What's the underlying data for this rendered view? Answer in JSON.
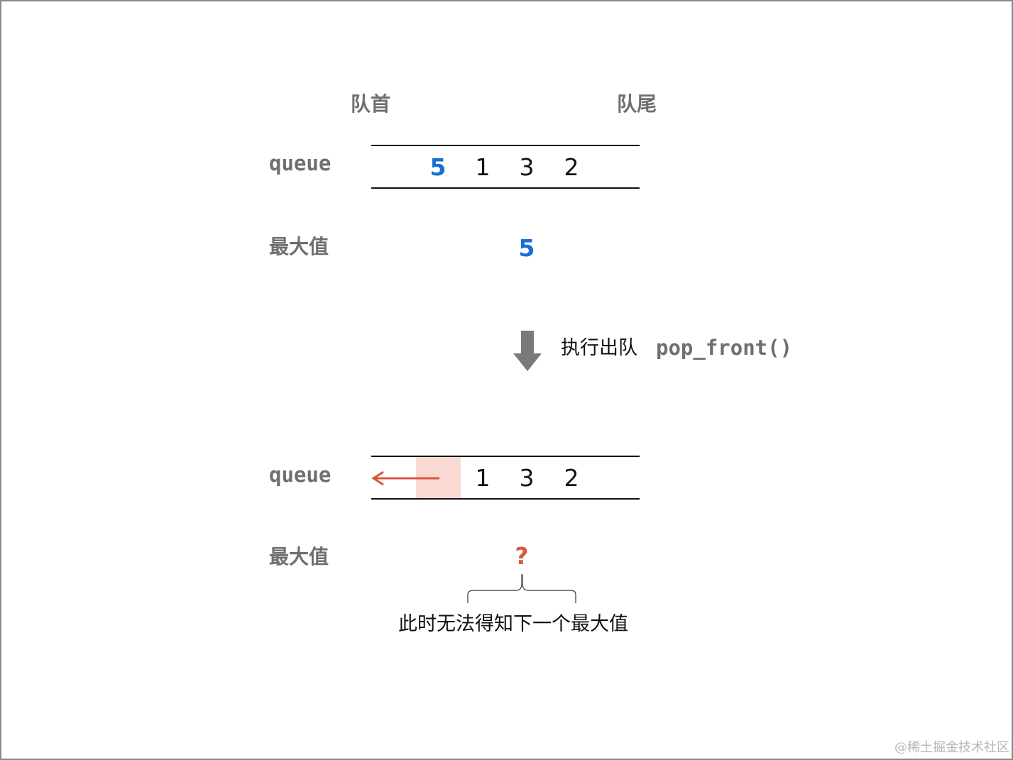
{
  "header": {
    "front_label": "队首",
    "rear_label": "队尾"
  },
  "before": {
    "queue_label": "queue",
    "values": [
      "5",
      "1",
      "3",
      "2"
    ],
    "max_label": "最大值",
    "max_value": "5"
  },
  "operation": {
    "caption": "执行出队",
    "code": "pop_front()"
  },
  "after": {
    "queue_label": "queue",
    "values": [
      "1",
      "3",
      "2"
    ],
    "max_label": "最大值",
    "max_value": "?",
    "note": "此时无法得知下一个最大值"
  },
  "watermark": "@稀土掘金技术社区",
  "colors": {
    "highlight_blue": "#1a6fd3",
    "accent_red": "#d9573d",
    "removed_cell_fill": "#fbd9d3",
    "label_gray": "#6f6f6f",
    "arrow_gray": "#7a7a7a"
  },
  "icons": {
    "transition": "down-arrow-icon",
    "dequeue": "left-arrow-icon",
    "note": "curly-brace"
  }
}
